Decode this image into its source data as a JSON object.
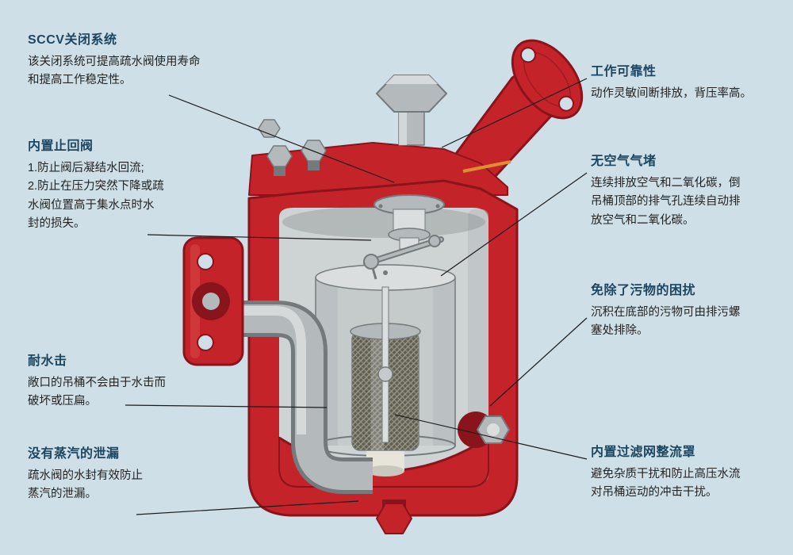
{
  "diagram": {
    "name": "inverted-bucket-steam-trap-cutaway",
    "colors": {
      "background": "#cfdfe7",
      "body_red": "#c4232a",
      "red_dark": "#8a141b",
      "red_light": "#e0564e",
      "metal": "#b4babc",
      "metal_light": "#dadedf",
      "metal_dark": "#747a7c",
      "interior_gray": "#ced3d4",
      "bucket_gray": "#c5cacb",
      "mesh_dark": "#615f52",
      "mesh_line": "#989888",
      "gasket_orange": "#dd9030",
      "leader_ink": "#1c1c1c",
      "title_navy": "#1c4660",
      "body_text": "#232323"
    }
  },
  "annotations": {
    "left": [
      {
        "title": "SCCV关闭系统",
        "body": "该关闭系统可提高疏水阀使用寿命和提高工作稳定性。"
      },
      {
        "title": "内置止回阀",
        "body": "1.防止阀后凝结水回流;\n2.防止在压力突然下降或疏水阀位置高于集水点时水封的损失。"
      },
      {
        "title": "耐水击",
        "body": "敞口的吊桶不会由于水击而破坏或压扁。"
      },
      {
        "title": "没有蒸汽的泄漏",
        "body": "疏水阀的水封有效防止蒸汽的泄漏。"
      }
    ],
    "right": [
      {
        "title": "工作可靠性",
        "body": "动作灵敏间断排放，背压率高。"
      },
      {
        "title": "无空气气堵",
        "body": "连续排放空气和二氧化碳，倒吊桶顶部的排气孔连续自动排放空气和二氧化碳。"
      },
      {
        "title": "免除了污物的困扰",
        "body": "沉积在底部的污物可由排污螺塞处排除。"
      },
      {
        "title": "内置过滤网整流罩",
        "body": "避免杂质干扰和防止高压水流对吊桶运动的冲击干扰。"
      }
    ]
  }
}
